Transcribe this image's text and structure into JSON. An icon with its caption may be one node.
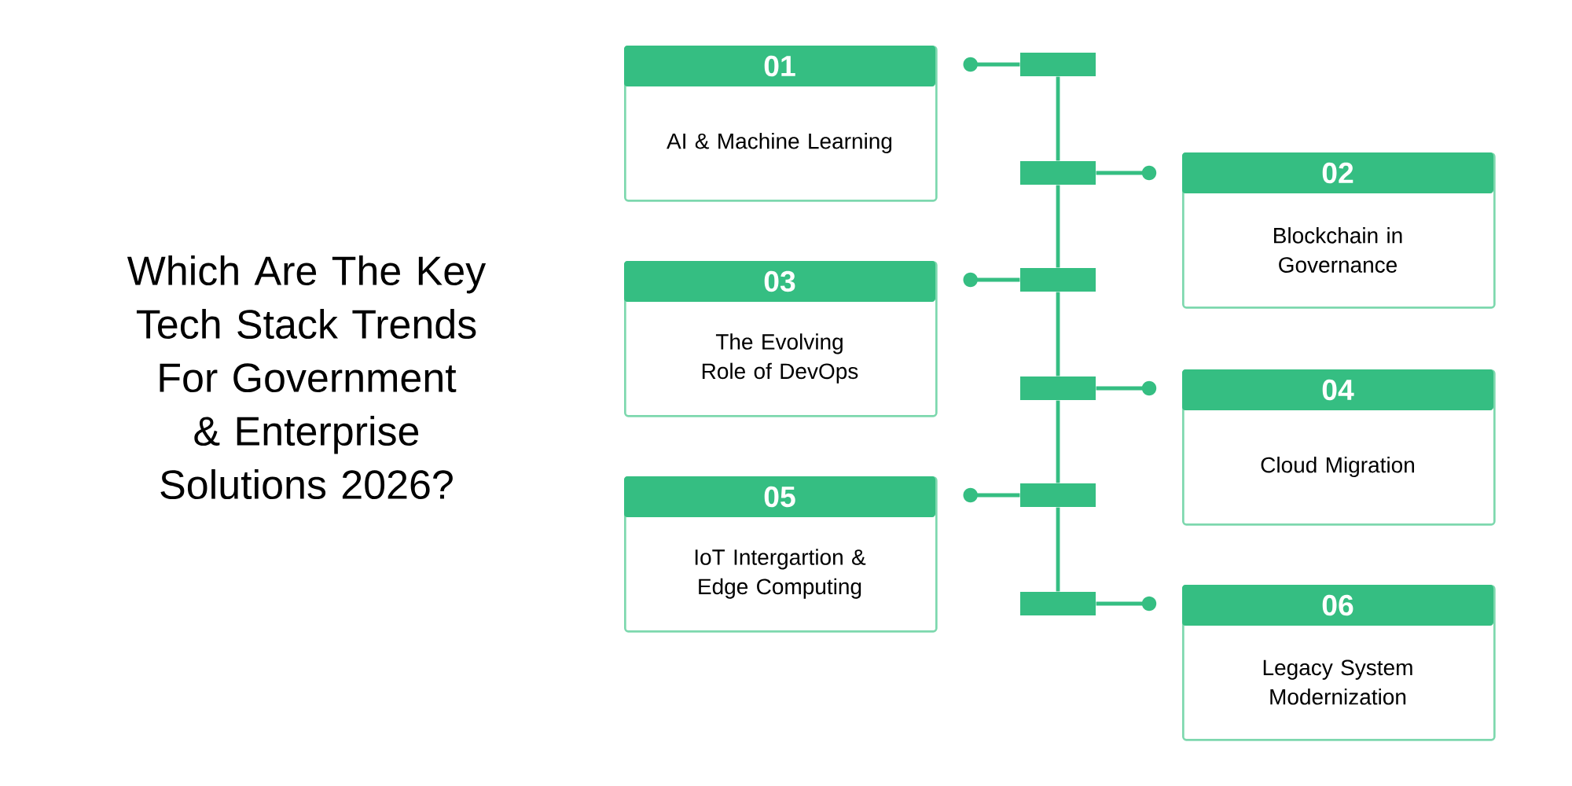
{
  "diagram": {
    "title": "Which Are The Key Tech Stack Trends For Government & Enterprise Solutions 2026?",
    "nodes": [
      {
        "text": [
          "01",
          "AI & Machine Learning"
        ]
      },
      {
        "text": [
          "02",
          "Blockchain in Governance"
        ]
      },
      {
        "text": [
          "03",
          "The Evolving Role of DevOps"
        ]
      },
      {
        "text": [
          "04",
          "Cloud Migration"
        ]
      },
      {
        "text": [
          "05",
          "IoT Intergartion & Edge Computing"
        ]
      },
      {
        "text": [
          "06",
          "Legacy System Modernization"
        ]
      },
      {
        "text": [],
        "shape": "bar"
      },
      {
        "text": [],
        "shape": "bar"
      },
      {
        "text": [],
        "shape": "bar"
      },
      {
        "text": [],
        "shape": "bar"
      },
      {
        "text": [],
        "shape": "bar"
      },
      {
        "text": [],
        "shape": "bar"
      }
    ],
    "edges": [
      {
        "from": 6,
        "to": 0,
        "arrow": "other"
      },
      {
        "from": 7,
        "to": 1,
        "arrow": "other"
      },
      {
        "from": 8,
        "to": 2,
        "arrow": "other"
      },
      {
        "from": 9,
        "to": 3,
        "arrow": "other"
      },
      {
        "from": 10,
        "to": 4,
        "arrow": "other"
      },
      {
        "from": 11,
        "to": 5,
        "arrow": "other"
      },
      {
        "from": 6,
        "to": 7,
        "arrow": "none"
      },
      {
        "from": 7,
        "to": 8,
        "arrow": "none"
      },
      {
        "from": 8,
        "to": 9,
        "arrow": "none"
      },
      {
        "from": 9,
        "to": 10,
        "arrow": "none"
      },
      {
        "from": 10,
        "to": 11,
        "arrow": "none"
      }
    ]
  }
}
